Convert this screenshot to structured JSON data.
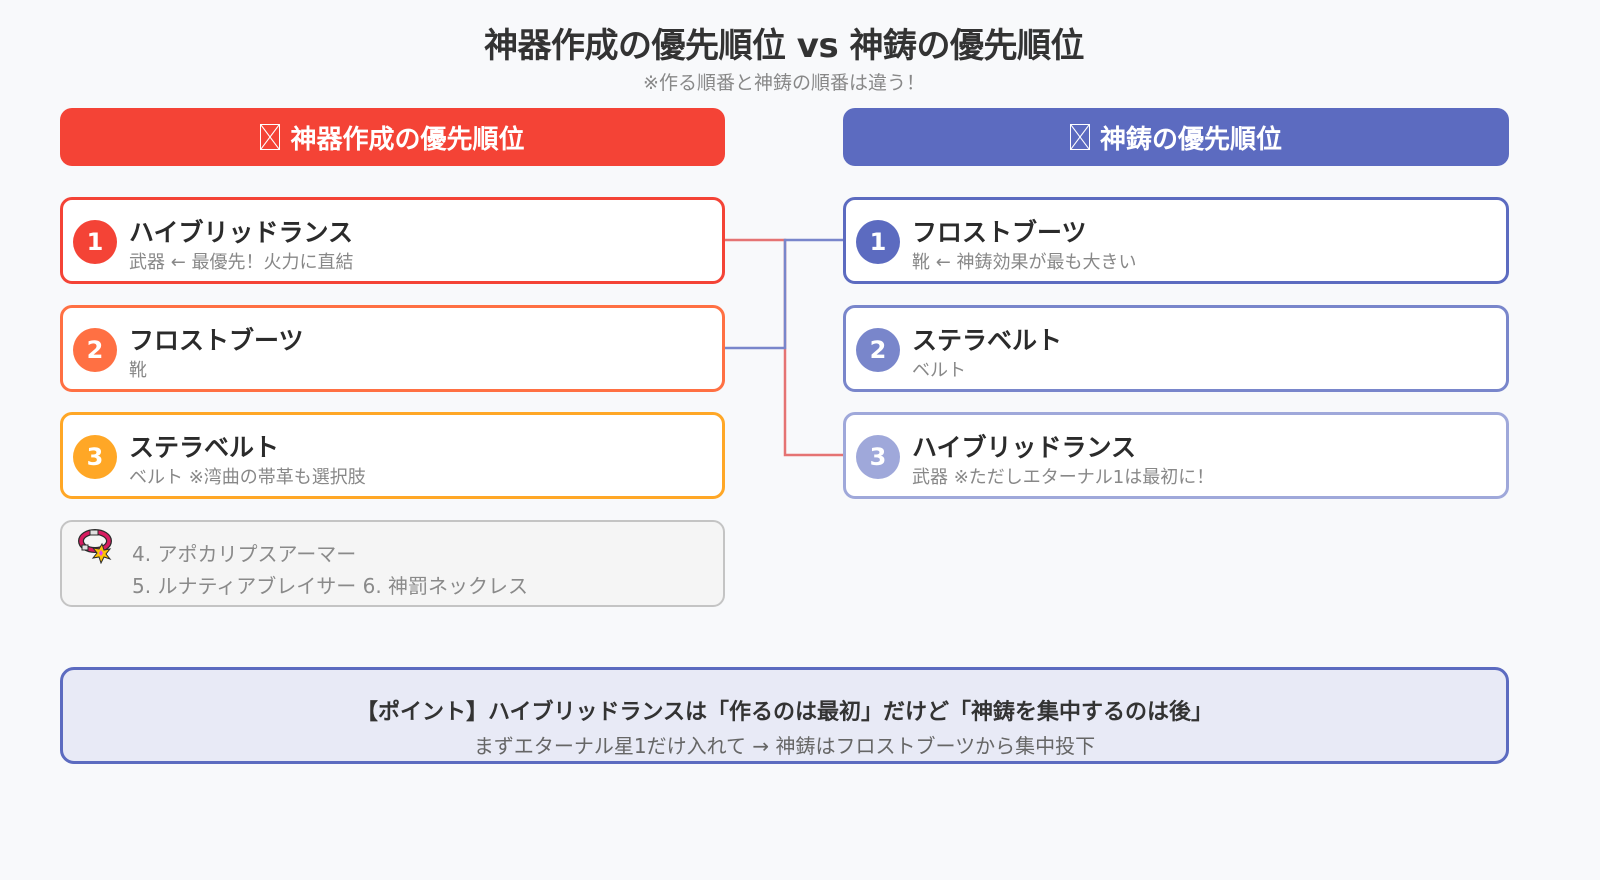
{
  "header": {
    "title": "神器作成の優先順位 vs 神鋳の優先順位",
    "subtitle": "※作る順番と神鋳の順番は違う！"
  },
  "left_column": {
    "header_icon": "missing-glyph-icon",
    "header_label": "神器作成の優先順位",
    "color": "#F44336",
    "items": [
      {
        "rank": "1",
        "name": "ハイブリッドランス",
        "note": "武器 ← 最優先！火力に直結",
        "color": "#F44336"
      },
      {
        "rank": "2",
        "name": "フロストブーツ",
        "note": "靴",
        "color": "#FF7043"
      },
      {
        "rank": "3",
        "name": "ステラベルト",
        "note": "ベルト ※湾曲の帯革も選択肢",
        "color": "#FFA726"
      }
    ],
    "others": {
      "icon": "ring-icon",
      "line1": "4. アポカリプスアーマー",
      "line2": "5. ルナティアブレイサー  6. 神罰ネックレス"
    }
  },
  "right_column": {
    "header_icon": "missing-glyph-icon",
    "header_label": "神鋳の優先順位",
    "color": "#5C6BC0",
    "items": [
      {
        "rank": "1",
        "name": "フロストブーツ",
        "note": "靴 ← 神鋳効果が最も大きい",
        "color": "#5C6BC0"
      },
      {
        "rank": "2",
        "name": "ステラベルト",
        "note": "ベルト",
        "color": "#7986CB"
      },
      {
        "rank": "3",
        "name": "ハイブリッドランス",
        "note": "武器 ※ただしエターナル1は最初に！",
        "color": "#9FA8DA"
      }
    ]
  },
  "connectors": [
    {
      "from": "left-1",
      "to": "right-3",
      "color": "#E57373"
    },
    {
      "from": "left-2",
      "to": "right-1",
      "color": "#7986CB"
    }
  ],
  "point": {
    "main": "【ポイント】ハイブリッドランスは「作るのは最初」だけど「神鋳を集中するのは後」",
    "sub": "まずエターナル星1だけ入れて → 神鋳はフロストブーツから集中投下"
  }
}
